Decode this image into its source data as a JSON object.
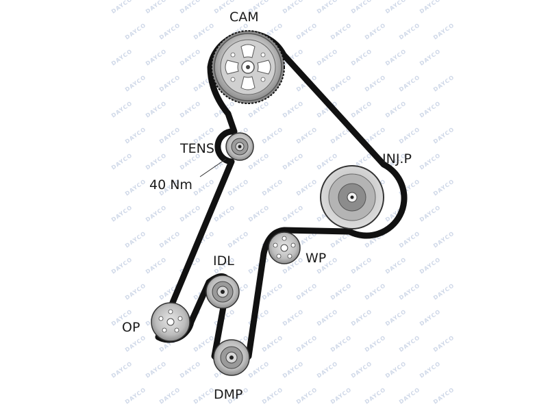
{
  "watermark": {
    "text": "DAYCO",
    "color": "#cfd8e8"
  },
  "colors": {
    "belt": "#111111",
    "pulley_face": "#b8b8b8",
    "pulley_dark": "#6a6a6a",
    "label": "#1a1a1a"
  },
  "labels": {
    "cam": "CAM",
    "tens": "TENS",
    "torque": "40 Nm",
    "injp": "INJ.P",
    "wp": "WP",
    "idl": "IDL",
    "op": "OP",
    "dmp": "DMP"
  }
}
